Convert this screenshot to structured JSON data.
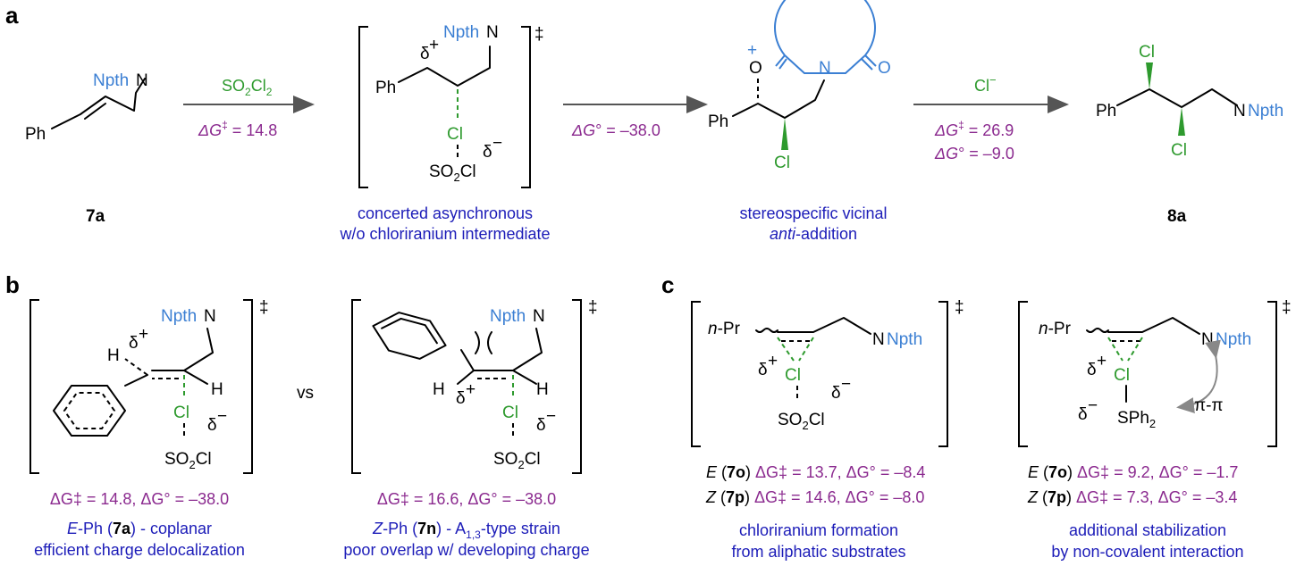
{
  "panels": {
    "a": "a",
    "b": "b",
    "c": "c"
  },
  "atoms": {
    "ph": "Ph",
    "n": "N",
    "npth": "Npth",
    "cl": "Cl",
    "o": "O",
    "sph2": "SPh",
    "sph2_sub": "2",
    "npr": "n",
    "npr_rest": "-Pr",
    "h": "H",
    "dagger": "‡",
    "delta": "δ",
    "plus": "+",
    "minus": "−",
    "so2cl_a": "SO",
    "so2cl_b": "2",
    "so2cl_c": "Cl"
  },
  "compounds": {
    "start": "7a",
    "product": "8a"
  },
  "arrows": {
    "arrow1": {
      "reagent_a": "SO",
      "reagent_b": "2",
      "reagent_c": "Cl",
      "reagent_d": "2",
      "energy_label": "ΔG",
      "energy_value": " = 14.8"
    },
    "arrow2": {
      "energy_label": "ΔG°",
      "energy_value": " = –38.0"
    },
    "arrow3": {
      "reagent": "Cl",
      "energy1_label": "ΔG",
      "energy1_value": " = 26.9",
      "energy2_label": "ΔG°",
      "energy2_value": " = –9.0"
    }
  },
  "captions_a": {
    "ts": [
      "concerted asynchronous",
      "w/o chloriranium intermediate"
    ],
    "int": [
      "stereospecific vicinal",
      "-addition"
    ],
    "int_italic": "anti"
  },
  "panel_b": {
    "vs": "vs",
    "left_energy": "ΔG‡ = 14.8, ΔG° = –38.0",
    "right_energy": "ΔG‡ = 16.6, ΔG° = –38.0",
    "left_caption_1": {
      "italic": "E",
      "rest": "-Ph (",
      "bold": "7a",
      "tail": ") - coplanar"
    },
    "left_caption_2": "efficient charge delocalization",
    "right_caption_1": {
      "italic": "Z",
      "rest": "-Ph (",
      "bold": "7n",
      "tail": ") - A",
      "sub": "1,3",
      "tail2": "-type strain"
    },
    "right_caption_2": "poor overlap w/ developing charge"
  },
  "panel_c": {
    "left_e": {
      "iso": "E",
      "cmpd": "7o",
      "dg": "ΔG‡ = 13.7, ΔG° = –8.4"
    },
    "left_z": {
      "iso": "Z",
      "cmpd": "7p",
      "dg": "ΔG‡ = 14.6, ΔG° = –8.0"
    },
    "right_e": {
      "iso": "E",
      "cmpd": "7o",
      "dg": "ΔG‡ = 9.2, ΔG° = –1.7"
    },
    "right_z": {
      "iso": "Z",
      "cmpd": "7p",
      "dg": "ΔG‡ = 7.3, ΔG° = –3.4"
    },
    "left_caption": [
      "chloriranium formation",
      "from aliphatic substrates"
    ],
    "right_caption": [
      "additional stabilization",
      "by non-covalent interaction"
    ],
    "pipi": "π-π"
  },
  "colors": {
    "npth": "#3b7fd3",
    "chlorine": "#2e9a2e",
    "energy": "#8b2a8f",
    "caption": "#1c1cb8",
    "arrow": "#555555"
  }
}
